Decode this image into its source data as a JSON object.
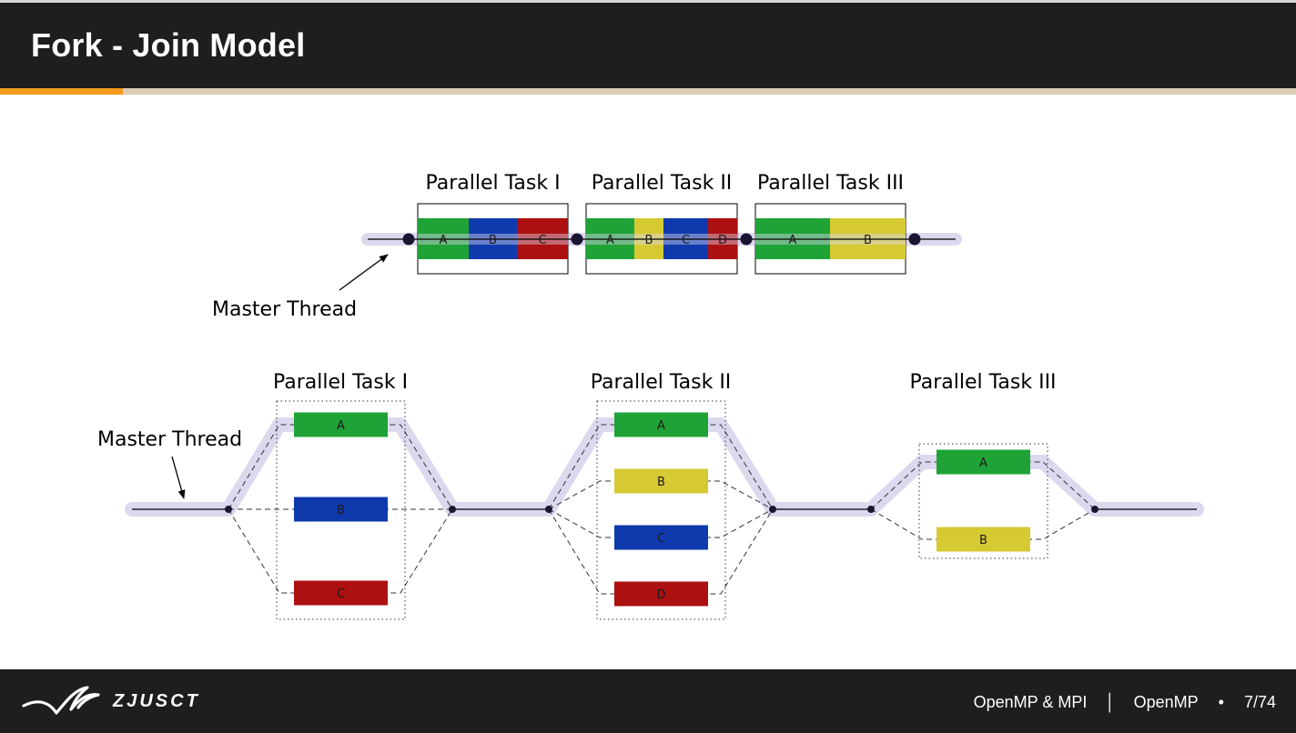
{
  "slide": {
    "title": "Fork - Join Model",
    "progress": {
      "current": 7,
      "total": 74
    }
  },
  "footer": {
    "logo_text": "ZJUSCT",
    "course": "OpenMP & MPI",
    "section": "OpenMP",
    "page": "7/74"
  },
  "diagram": {
    "top": {
      "master_label": "Master Thread",
      "tasks": [
        {
          "label": "Parallel Task I",
          "blocks": [
            {
              "name": "A",
              "color": "green"
            },
            {
              "name": "B",
              "color": "blue"
            },
            {
              "name": "C",
              "color": "red"
            }
          ]
        },
        {
          "label": "Parallel Task II",
          "blocks": [
            {
              "name": "A",
              "color": "green"
            },
            {
              "name": "B",
              "color": "yellow"
            },
            {
              "name": "C",
              "color": "blue"
            },
            {
              "name": "D",
              "color": "red"
            }
          ]
        },
        {
          "label": "Parallel Task III",
          "blocks": [
            {
              "name": "A",
              "color": "green"
            },
            {
              "name": "B",
              "color": "yellow"
            }
          ]
        }
      ]
    },
    "bottom": {
      "master_label": "Master Thread",
      "tasks": [
        {
          "label": "Parallel Task I",
          "blocks": [
            {
              "name": "A",
              "color": "green"
            },
            {
              "name": "B",
              "color": "blue"
            },
            {
              "name": "C",
              "color": "red"
            }
          ]
        },
        {
          "label": "Parallel Task II",
          "blocks": [
            {
              "name": "A",
              "color": "green"
            },
            {
              "name": "B",
              "color": "yellow"
            },
            {
              "name": "C",
              "color": "blue"
            },
            {
              "name": "D",
              "color": "red"
            }
          ]
        },
        {
          "label": "Parallel Task III",
          "blocks": [
            {
              "name": "A",
              "color": "green"
            },
            {
              "name": "B",
              "color": "yellow"
            }
          ]
        }
      ]
    },
    "colors": {
      "green": "#1fa337",
      "blue": "#0f3aad",
      "red": "#ad1010",
      "yellow": "#d6ca33",
      "thread_highlight": "#dcd8ee",
      "node": "#1a1530",
      "accent": "#f29a1a"
    }
  }
}
